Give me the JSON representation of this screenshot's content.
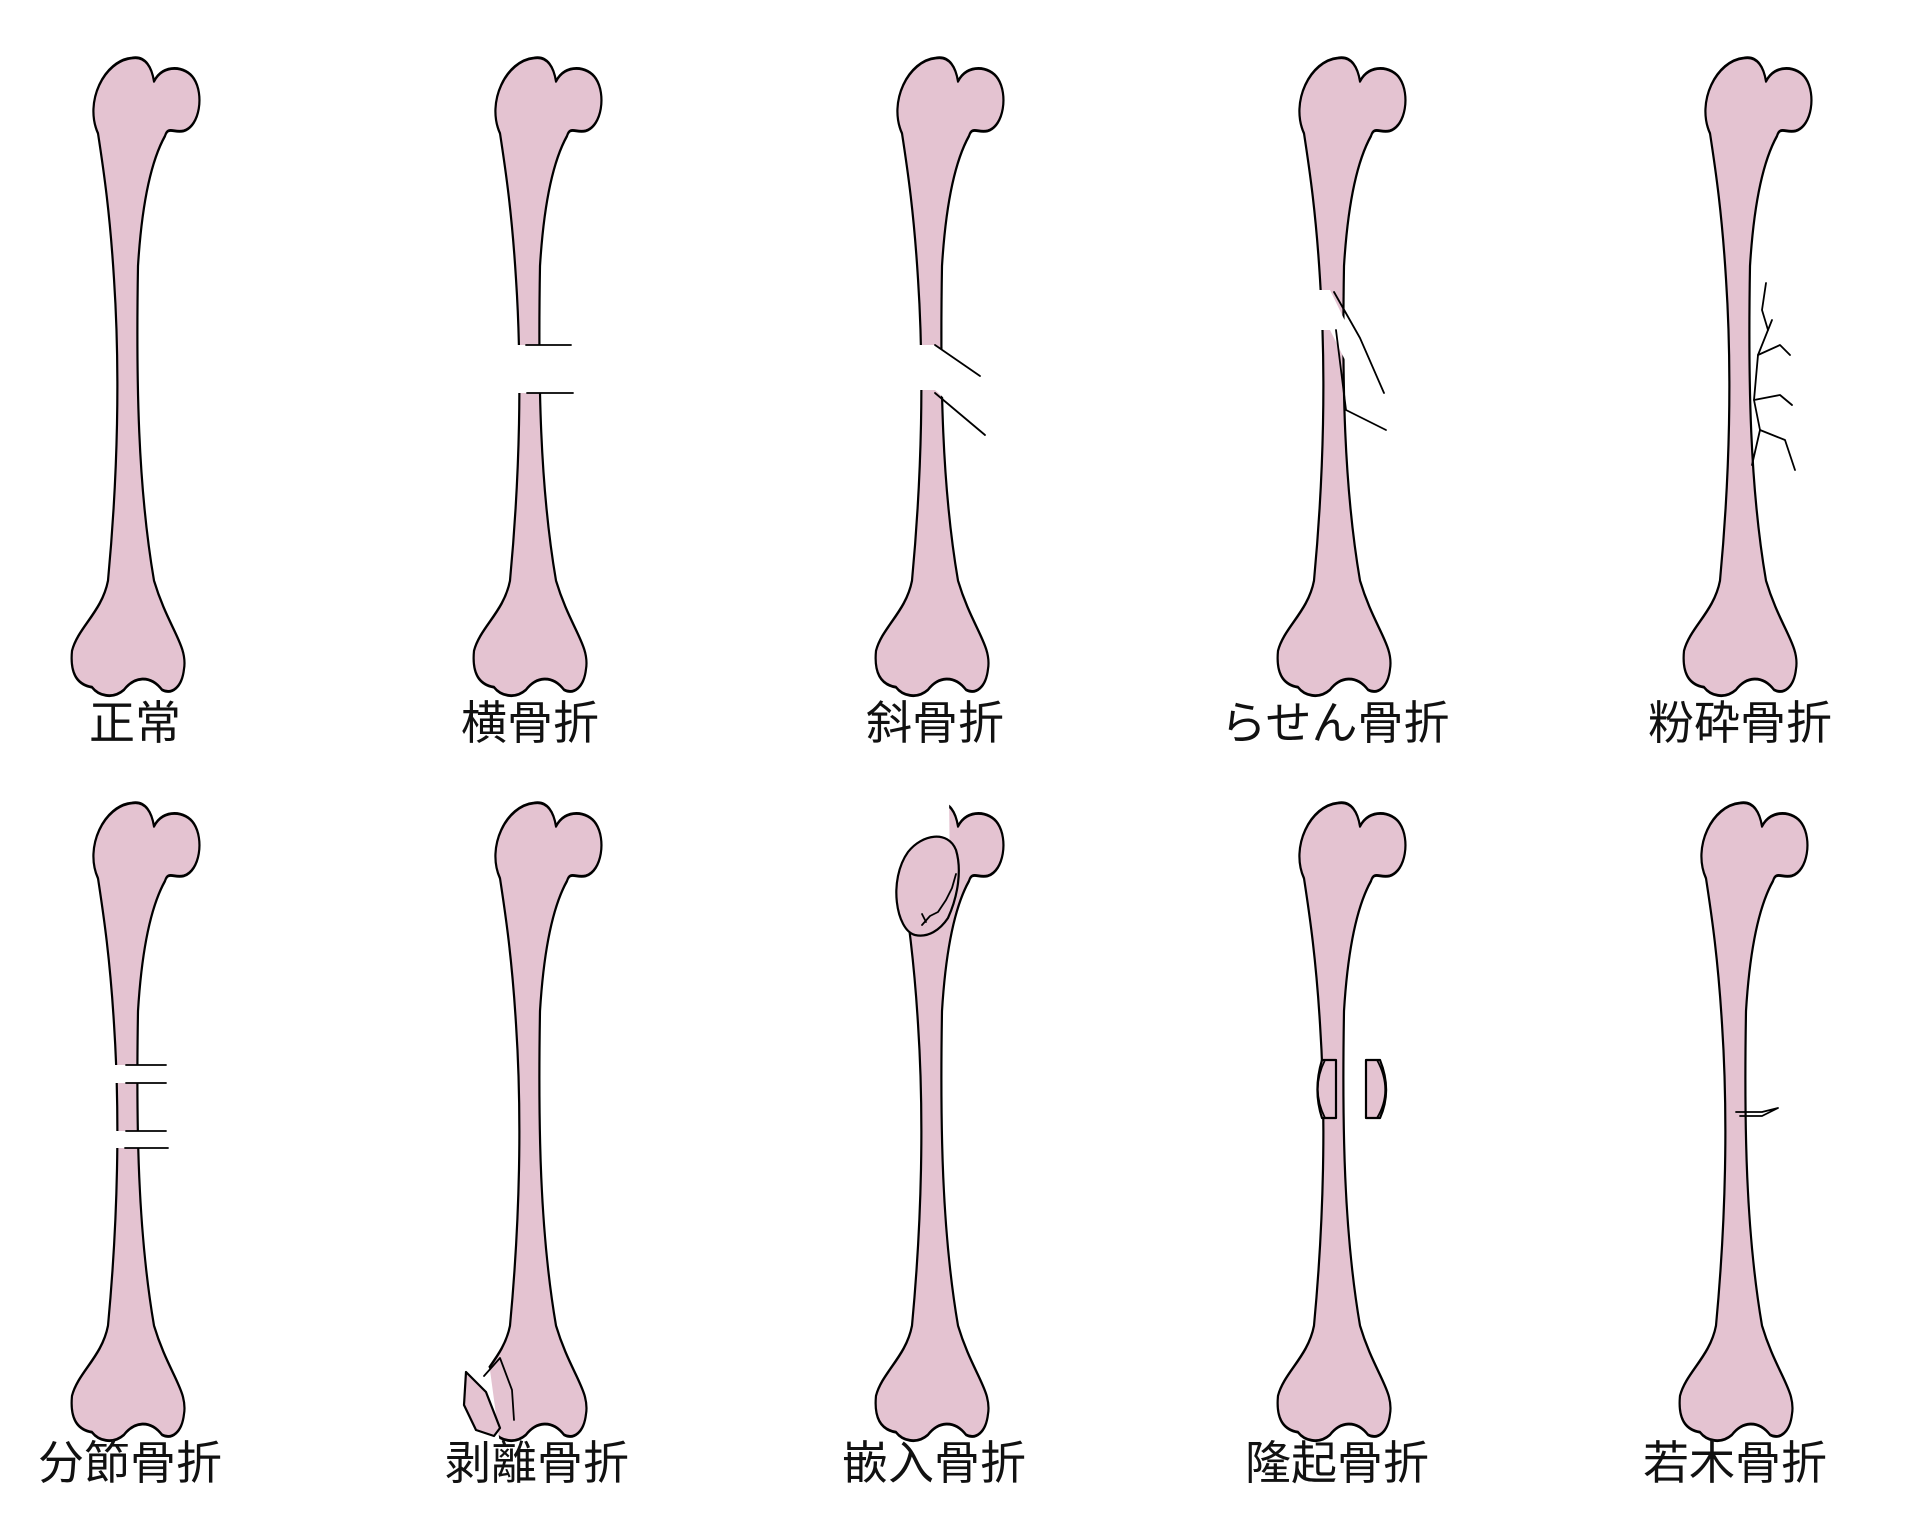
{
  "colors": {
    "bone": "#e4c3d1",
    "outline": "#000000",
    "background": "#ffffff"
  },
  "captions": {
    "normal": "正常",
    "transverse": "横骨折",
    "oblique": "斜骨折",
    "spiral": "らせん骨折",
    "comminuted": "粉砕骨折",
    "segmental": "分節骨折",
    "avulsion": "剥離骨折",
    "impacted": "嵌入骨折",
    "torus": "隆起骨折",
    "greenstick": "若木骨折"
  }
}
